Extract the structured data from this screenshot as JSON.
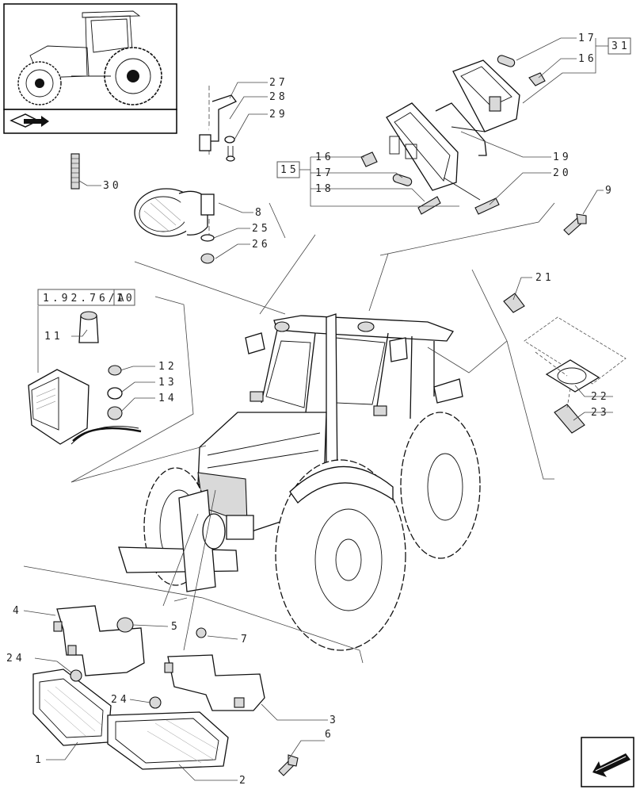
{
  "callouts": {
    "c1": "1",
    "c2": "2",
    "c3": "3",
    "c4": "4",
    "c5": "5",
    "c6": "6",
    "c7": "7",
    "c8": "8",
    "c9": "9",
    "c10": "10",
    "c11": "11",
    "c12": "12",
    "c13": "13",
    "c14": "14",
    "c15": "15",
    "c16a": "16",
    "c16b": "16",
    "c17a": "17",
    "c17b": "17",
    "c18": "18",
    "c19": "19",
    "c20": "20",
    "c21": "21",
    "c22": "22",
    "c23": "23",
    "c24a": "24",
    "c24b": "24",
    "c25": "25",
    "c26": "26",
    "c27": "27",
    "c28": "28",
    "c29": "29",
    "c30": "30",
    "c31": "31"
  },
  "reference_box": "1.92.76/A",
  "icons": [
    "thumbnail-tractor-icon",
    "book-arrow-icon",
    "back-arrow-icon"
  ]
}
